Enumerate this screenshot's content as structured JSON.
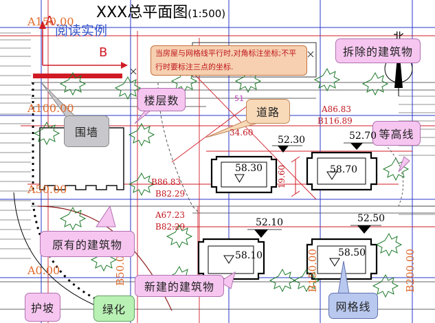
{
  "title": "XXX总平面图",
  "title_scale": "(1:500)",
  "legend_link": "阅读实例",
  "north": "北",
  "axis_labels": {
    "a": "A",
    "b": "B"
  },
  "coords_left": [
    "A150.00",
    "A100.00",
    "A50.00",
    "A0.00"
  ],
  "coords_bottom": [
    "B50.00",
    "B150.00",
    "B200.00"
  ],
  "callouts": {
    "demolish": "拆除的建筑物",
    "floors": "楼层数",
    "road": "道路",
    "contour": "等高线",
    "wall": "围墙",
    "existing": "原有的建筑物",
    "newbuild": "新建的建筑物",
    "slope": "护坡",
    "green": "绿化",
    "grid": "网格线"
  },
  "note": "当房屋与网格线平行时,对角标注坐标;不平行时要标注三点的坐标.",
  "coord_pairs": {
    "a1": "A86.83",
    "b1": "B116.89",
    "a2": "B86.83",
    "b2": "B82.29",
    "a3": "A67.23",
    "b3": "B82.29"
  },
  "dims": {
    "d1": "34.60",
    "d2": "19.60"
  },
  "road_num": "51",
  "elevations": {
    "t1": "52.30",
    "t2": "52.70",
    "t3": "52.10",
    "t4": "52.50",
    "f1": "58.30",
    "f2": "58.70",
    "f3": "58.10",
    "f4": "58.50"
  }
}
